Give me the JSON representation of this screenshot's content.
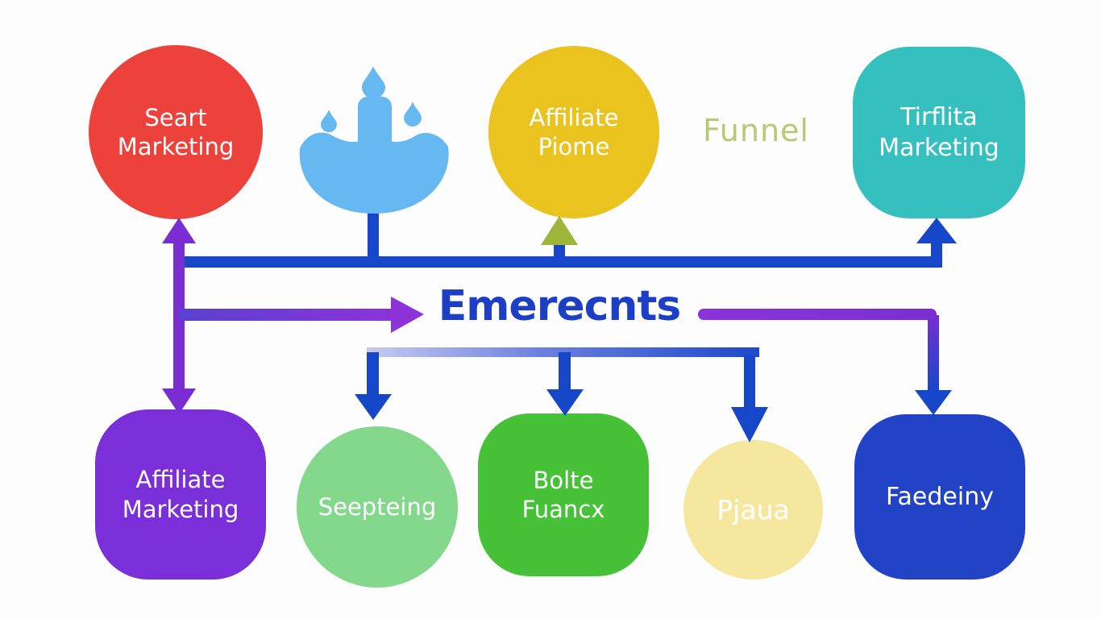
{
  "diagram": {
    "type": "marketing-funnel-flowchart",
    "labels": {
      "funnel": "Funnel",
      "emerecnts": "Emerecnts"
    },
    "icons": [
      {
        "name": "water-funnel-icon",
        "description": "light blue bowl funnel with water droplets"
      }
    ],
    "nodes": {
      "top": [
        {
          "id": "seart-marketing",
          "label": "Seart Marketing",
          "shape": "circle",
          "color": "#ed423c",
          "text_color": "#ffffff"
        },
        {
          "id": "affiliate-piome",
          "label": "Affiliate Piome",
          "shape": "circle",
          "color": "#eac31e",
          "text_color": "#ffffff"
        },
        {
          "id": "tirflita-marketing",
          "label": "Tirflita Marketing",
          "shape": "rounded-square",
          "color": "#36bfbf",
          "text_color": "#ffffff"
        }
      ],
      "bottom": [
        {
          "id": "affiliate-marketing",
          "label": "Affiliate Marketing",
          "shape": "rounded-square",
          "color": "#7b2fd9",
          "text_color": "#ffffff"
        },
        {
          "id": "seepteing",
          "label": "Seepteing",
          "shape": "circle",
          "color": "#84d88c",
          "text_color": "#ffffff"
        },
        {
          "id": "bolte-fuancx",
          "label": "Bolte Fuancx",
          "shape": "rounded-square",
          "color": "#47c238",
          "text_color": "#ffffff"
        },
        {
          "id": "pjaua",
          "label": "Pjaua",
          "shape": "circle",
          "color": "#f6e79e",
          "text_color": "#ffffff"
        },
        {
          "id": "faedeiny",
          "label": "Faedeiny",
          "shape": "rounded-square",
          "color": "#2343c6",
          "text_color": "#ffffff"
        }
      ]
    },
    "colors": {
      "background": "#fdfdfe",
      "connector_blue": "#1747c9",
      "connector_purple": "#7a2ed2",
      "icon_light_blue": "#66b9f0",
      "olive_arrow": "#9db539",
      "funnel_text": "#b5ca72",
      "emerecnts_text": "#1c3fc5"
    }
  }
}
